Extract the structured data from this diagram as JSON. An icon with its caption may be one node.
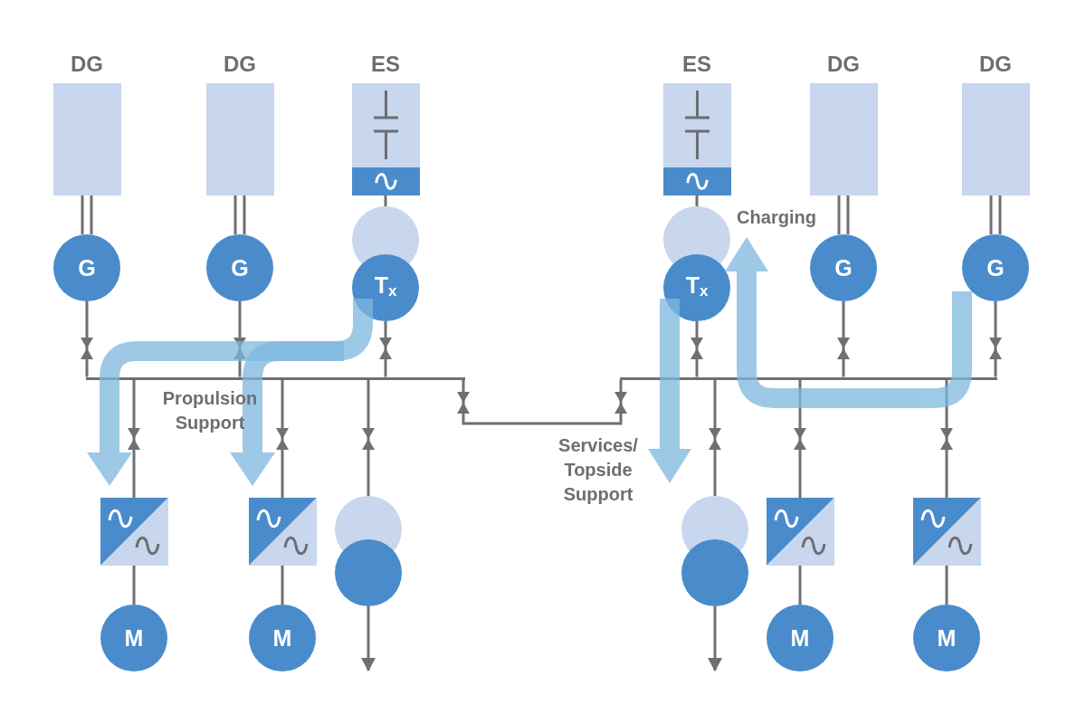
{
  "diagram": {
    "nodes": [
      {
        "text": [
          "DG"
        ]
      },
      {
        "text": [
          "DG"
        ]
      },
      {
        "text": [
          "ES"
        ]
      },
      {
        "text": [
          "ES"
        ]
      },
      {
        "text": [
          "DG"
        ]
      },
      {
        "text": [
          "DG"
        ]
      },
      {
        "text": [
          "G"
        ]
      },
      {
        "text": [
          "G"
        ]
      },
      {
        "text": [
          "T$_{x}$"
        ]
      },
      {
        "text": [
          "T$_{x}$"
        ]
      },
      {
        "text": [
          "G"
        ]
      },
      {
        "text": [
          "G"
        ]
      },
      {
        "text": [],
        "shape": "bar"
      },
      {
        "text": [],
        "shape": "bar"
      },
      {
        "text": [],
        "shape": "box"
      },
      {
        "text": [],
        "shape": "box"
      },
      {
        "text": [],
        "shape": "circle"
      },
      {
        "text": [],
        "shape": "circle"
      },
      {
        "text": [],
        "shape": "box"
      },
      {
        "text": [],
        "shape": "box"
      },
      {
        "text": [
          "M"
        ]
      },
      {
        "text": [
          "M"
        ]
      },
      {
        "text": [
          "M"
        ]
      },
      {
        "text": [
          "M"
        ]
      }
    ],
    "edges": [
      {
        "from": 0,
        "to": 6,
        "arrow": "none"
      },
      {
        "from": 1,
        "to": 7,
        "arrow": "none"
      },
      {
        "from": 2,
        "to": 8,
        "arrow": "none"
      },
      {
        "from": 3,
        "to": 9,
        "arrow": "none"
      },
      {
        "from": 4,
        "to": 10,
        "arrow": "none"
      },
      {
        "from": 5,
        "to": 11,
        "arrow": "none"
      },
      {
        "from": 6,
        "to": 12,
        "arrow": "none"
      },
      {
        "from": 7,
        "to": 12,
        "arrow": "none"
      },
      {
        "from": 8,
        "to": 12,
        "arrow": "none"
      },
      {
        "from": 9,
        "to": 13,
        "arrow": "none"
      },
      {
        "from": 10,
        "to": 13,
        "arrow": "none"
      },
      {
        "from": 11,
        "to": 13,
        "arrow": "none"
      },
      {
        "from": 12,
        "to": 13,
        "arrow": "none"
      },
      {
        "from": 12,
        "to": 14,
        "arrow": "none"
      },
      {
        "from": 12,
        "to": 15,
        "arrow": "none"
      },
      {
        "from": 12,
        "to": 16,
        "arrow": "none"
      },
      {
        "from": 13,
        "to": 17,
        "arrow": "none"
      },
      {
        "from": 13,
        "to": 18,
        "arrow": "none"
      },
      {
        "from": 13,
        "to": 19,
        "arrow": "none"
      },
      {
        "from": 14,
        "to": 20,
        "arrow": "none"
      },
      {
        "from": 15,
        "to": 21,
        "arrow": "none"
      },
      {
        "from": 18,
        "to": 22,
        "arrow": "none"
      },
      {
        "from": 19,
        "to": 23,
        "arrow": "none"
      },
      {
        "from": 16,
        "to": null,
        "arrow": "to"
      },
      {
        "from": 17,
        "to": null,
        "arrow": "to"
      }
    ],
    "labels": [
      "Propulsion Support",
      "Services/ Topside Support",
      "Charging"
    ]
  }
}
